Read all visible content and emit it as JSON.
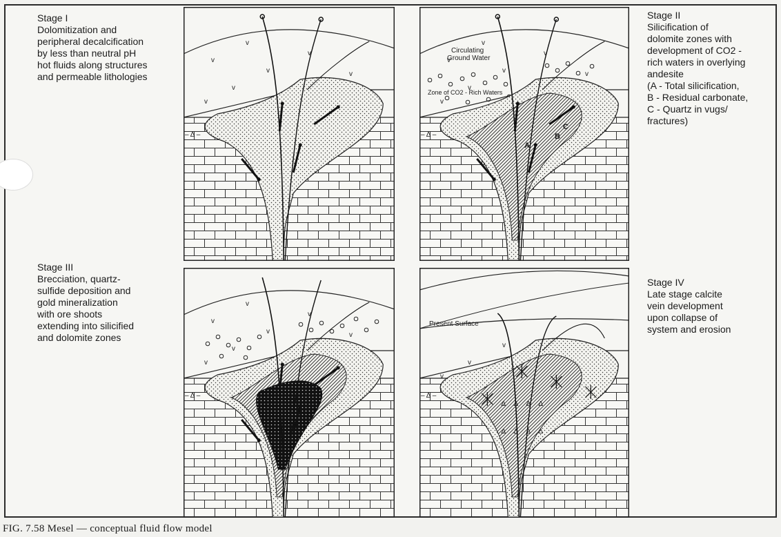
{
  "stages": [
    {
      "title": "Stage I",
      "description": "Dolomitization and\nperipheral decalcification\nby less than neutral pH\nhot fluids along structures\nand permeable lithologies"
    },
    {
      "title": "Stage II",
      "description": "Silicification of\ndolomite zones with\ndevelopment of CO2 -\nrich waters in overlying\nandesite\n(A - Total silicification,\nB - Residual carbonate,\nC - Quartz in vugs/\nfractures)"
    },
    {
      "title": "Stage III",
      "description": "Brecciation, quartz-\nsulfide deposition and\ngold mineralization\nwith ore shoots\nextending into silicified\nand dolomite zones"
    },
    {
      "title": "Stage IV",
      "description": "Late stage calcite\nvein development\nupon collapse of\nsystem and erosion"
    }
  ],
  "panel_labels": {
    "circulating_line1": "Circulating",
    "circulating_line2": "Ground Water",
    "co2_zone": "Zone of CO2 - Rich Waters",
    "letter_a": "A",
    "letter_b": "B",
    "letter_c": "C",
    "present_surface": "Present Surface",
    "andesite_mark": "v",
    "breccia_mark": "– Δ –"
  },
  "caption": "FIG. 7.58   Mesel — conceptual fluid flow model"
}
